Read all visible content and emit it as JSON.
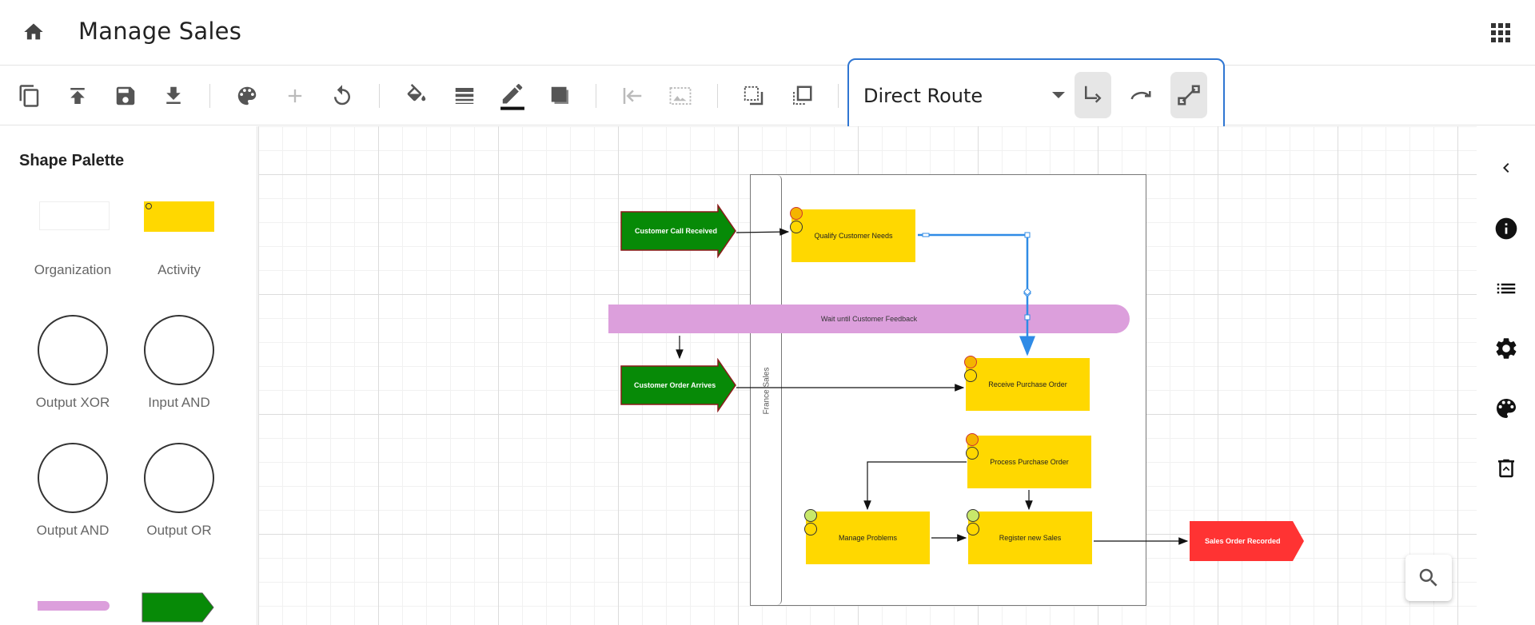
{
  "header": {
    "title": "Manage Sales",
    "home_icon": "home-icon",
    "apps_icon": "apps-grid-icon"
  },
  "toolbar": {
    "buttons": [
      {
        "name": "copy-button",
        "icon": "copy-icon"
      },
      {
        "name": "upload-button",
        "icon": "upload-icon"
      },
      {
        "name": "save-button",
        "icon": "save-icon"
      },
      {
        "name": "download-button",
        "icon": "download-icon"
      },
      {
        "name": "theme-button",
        "icon": "palette-icon"
      },
      {
        "name": "add-button",
        "icon": "plus-icon",
        "disabled": true
      },
      {
        "name": "undo-button",
        "icon": "refresh-icon"
      },
      {
        "name": "fill-color-button",
        "icon": "paint-bucket-icon"
      },
      {
        "name": "line-style-button",
        "icon": "line-weight-icon"
      },
      {
        "name": "line-color-button",
        "icon": "pencil-icon"
      },
      {
        "name": "shadow-button",
        "icon": "shadow-icon"
      },
      {
        "name": "align-left-button",
        "icon": "align-left-icon",
        "disabled": true
      },
      {
        "name": "background-image-button",
        "icon": "image-icon",
        "disabled": true
      },
      {
        "name": "send-back-button",
        "icon": "send-back-icon"
      },
      {
        "name": "bring-front-button",
        "icon": "bring-front-icon"
      }
    ],
    "route": {
      "selected": "Direct Route",
      "buttons": [
        "elbow-route-icon",
        "curved-route-icon",
        "direct-route-icon"
      ]
    }
  },
  "palette": {
    "title": "Shape Palette",
    "shapes": [
      {
        "label": "Organization"
      },
      {
        "label": "Activity"
      },
      {
        "label": "Output XOR"
      },
      {
        "label": "Input AND"
      },
      {
        "label": "Output AND"
      },
      {
        "label": "Output OR"
      },
      {
        "label": ""
      },
      {
        "label": ""
      }
    ]
  },
  "diagram": {
    "lane_label": "France Sales",
    "events": [
      {
        "label": "Customer Call Received",
        "color": "#078a07"
      },
      {
        "label": "Customer Order Arrives",
        "color": "#078a07"
      },
      {
        "label": "Sales Order Recorded",
        "color": "#ff3333"
      }
    ],
    "wait": {
      "label": "Wait until Customer Feedback",
      "color": "#dc9fdc"
    },
    "activities": [
      {
        "label": "Qualify Customer Needs"
      },
      {
        "label": "Receive Purchase Order"
      },
      {
        "label": "Process Purchase Order"
      },
      {
        "label": "Manage Problems"
      },
      {
        "label": "Register new Sales"
      }
    ],
    "activity_color": "#ffd800",
    "selection_color": "#2f8be6"
  },
  "right_rail": [
    "collapse-icon",
    "info-icon",
    "list-icon",
    "settings-icon",
    "palette-icon",
    "delete-icon"
  ],
  "zoom_icon": "search-icon"
}
